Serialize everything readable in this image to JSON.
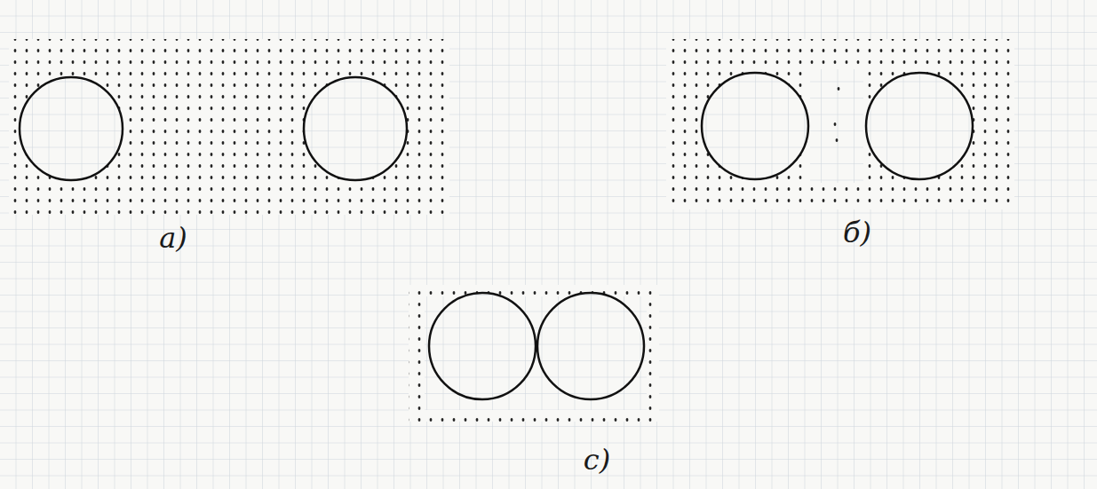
{
  "diagram": {
    "labels": [
      "a)",
      "б)",
      "c)"
    ]
  }
}
